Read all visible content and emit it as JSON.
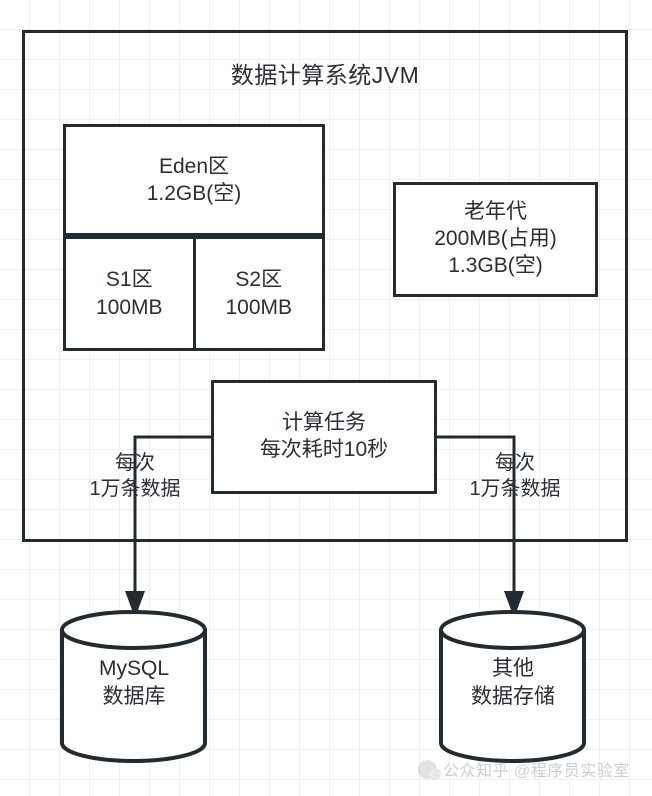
{
  "diagram": {
    "title": "数据计算系统JVM",
    "jvm": {
      "title": "数据计算系统JVM",
      "young_generation": {
        "eden": {
          "name": "Eden区",
          "size": "1.2GB(空)"
        },
        "survivors": [
          {
            "name": "S1区",
            "size": "100MB"
          },
          {
            "name": "S2区",
            "size": "100MB"
          }
        ]
      },
      "old_generation": {
        "name": "老年代",
        "used": "200MB(占用)",
        "free": "1.3GB(空)"
      },
      "task": {
        "name": "计算任务",
        "detail": "每次耗时10秒"
      }
    },
    "edges": [
      {
        "id": "left-edge",
        "label_line1": "每次",
        "label_line2": "1万条数据",
        "target": "MySQL数据库"
      },
      {
        "id": "right-edge",
        "label_line1": "每次",
        "label_line2": "1万条数据",
        "target": "其他数据存储"
      }
    ],
    "datastores": [
      {
        "id": "mysql",
        "line1": "MySQL",
        "line2": "数据库"
      },
      {
        "id": "other",
        "line1": "其他",
        "line2": "数据存储"
      }
    ],
    "watermark": "公众知乎 @程序员实验室",
    "colors": {
      "stroke": "#232b31",
      "text": "#2a2f35",
      "background": "#ffffff",
      "grid": "#f0f0f0"
    }
  }
}
